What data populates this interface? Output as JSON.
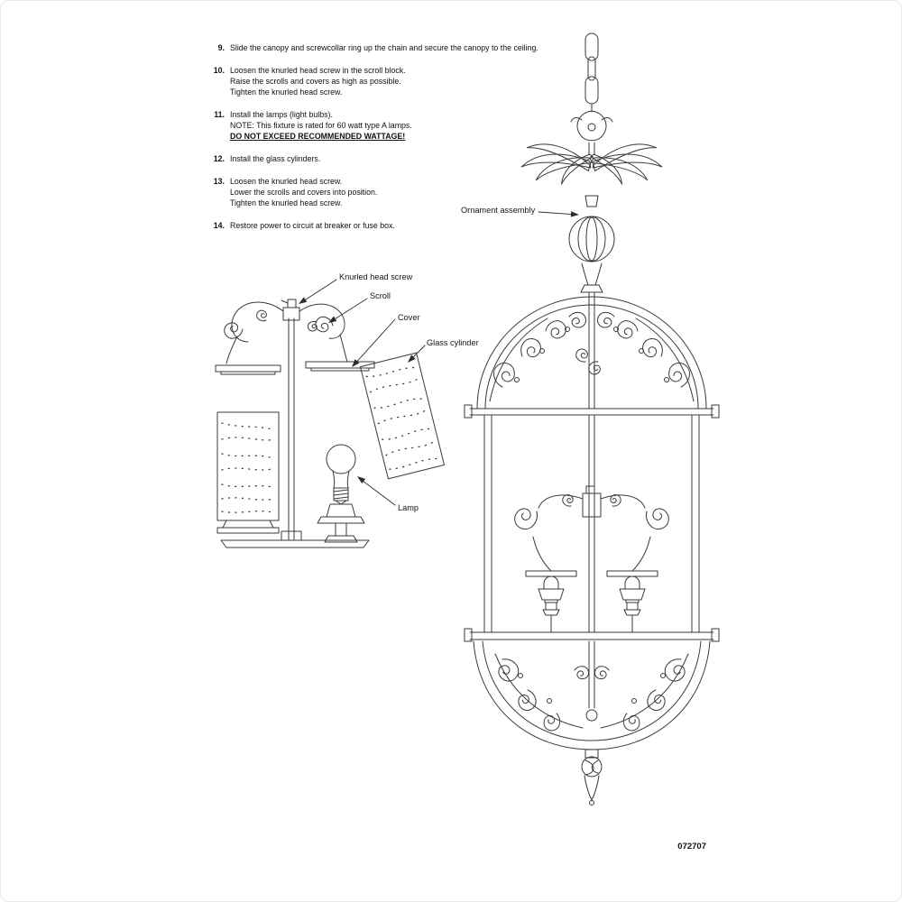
{
  "page": {
    "footer_code": "072707"
  },
  "instructions": {
    "steps": [
      {
        "num": "9.",
        "lines": [
          "Slide the canopy and screwcollar ring up the chain and secure the canopy to the ceiling."
        ]
      },
      {
        "num": "10.",
        "lines": [
          "Loosen the knurled head screw in the scroll block.",
          "Raise the scrolls and covers as high as possible.",
          "Tighten the knurled head screw."
        ]
      },
      {
        "num": "11.",
        "lines": [
          "Install the lamps (light bulbs).",
          "NOTE: This fixture is rated for 60 watt type A lamps.",
          "DO NOT EXCEED RECOMMENDED WATTAGE!"
        ]
      },
      {
        "num": "12.",
        "lines": [
          "Install the glass cylinders."
        ]
      },
      {
        "num": "13.",
        "lines": [
          "Loosen the knurled head screw.",
          "Lower the scrolls and covers into position.",
          "Tighten the knurled head screw."
        ]
      },
      {
        "num": "14.",
        "lines": [
          "Restore power to circuit at breaker or fuse box."
        ]
      }
    ]
  },
  "callouts": {
    "knurled_head_screw": "Knurled head screw",
    "scroll": "Scroll",
    "cover": "Cover",
    "glass_cylinder": "Glass cylinder",
    "lamp": "Lamp",
    "ornament_assembly": "Ornament assembly"
  },
  "colors": {
    "ink": "#111111",
    "line": "#3a3a3a"
  }
}
